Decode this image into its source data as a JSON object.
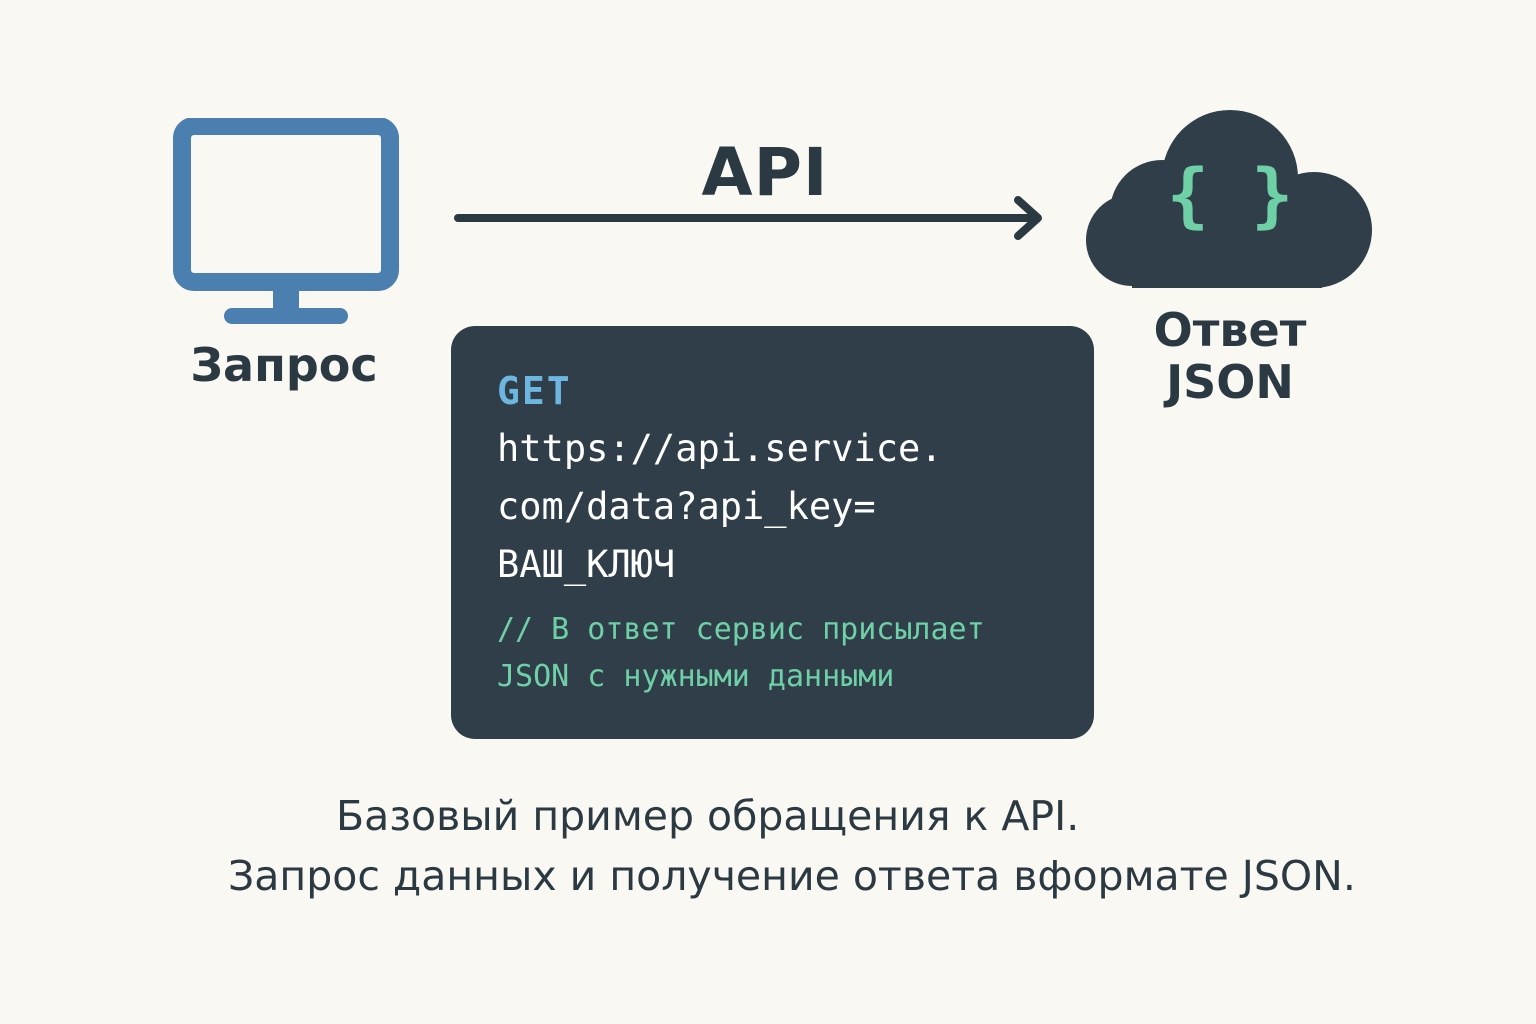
{
  "client": {
    "icon": "monitor-icon",
    "label": "Запрос",
    "color": "#4a7fb0"
  },
  "connection": {
    "label": "API",
    "icon": "arrow-right-icon"
  },
  "server": {
    "icon": "cloud-icon",
    "braces": "{ }",
    "label_line1": "Ответ",
    "label_line2": "JSON",
    "color": "#2f3e48",
    "accent": "#6fd0a7"
  },
  "code": {
    "method": "GET",
    "url_line1": "https://api.service.",
    "url_line2": "com/data?api_key=",
    "url_line3": "ВАШ_КЛЮЧ",
    "comment_line1": "// В ответ сервис присылает",
    "comment_line2": "JSON с нужными данными",
    "background": "#2f3e48",
    "method_color": "#6cb6df",
    "comment_color": "#6fd0a7"
  },
  "caption": {
    "line1": "Базовый пример обращения к API.",
    "line2": "Запрос данных и получение ответа вформате JSON."
  }
}
